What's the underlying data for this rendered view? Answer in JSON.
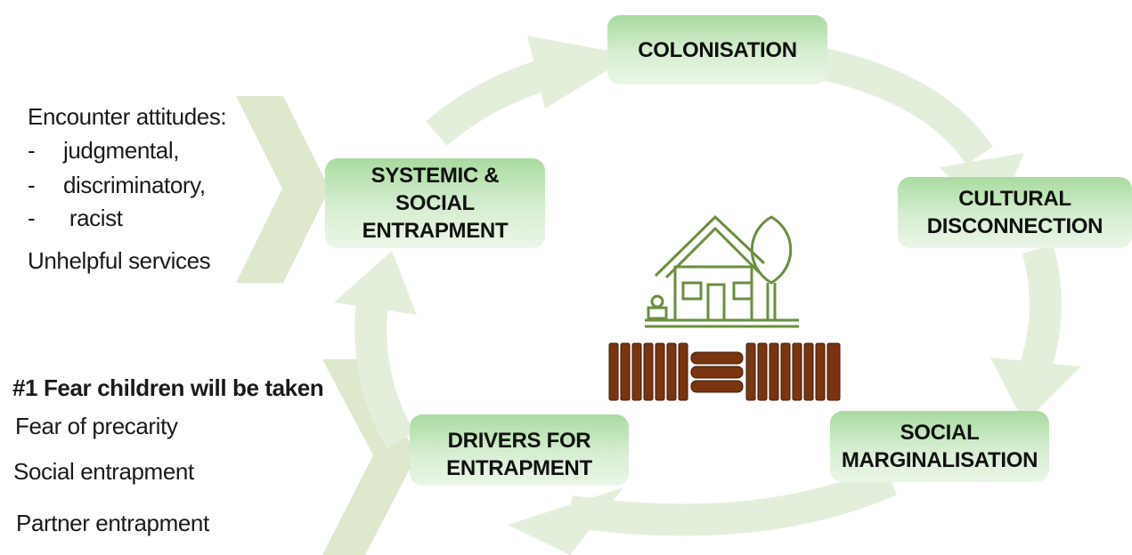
{
  "colors": {
    "arrow_ring": "#e4efdb",
    "chevron": "#dde8cc",
    "box_top": "#a8dba0",
    "box_bottom": "#eaf6e7",
    "icon_line": "#6a8f3e",
    "fence": "#7a3510"
  },
  "icons": {
    "center": "house-with-tree-and-fence-icon"
  },
  "cycle": {
    "colonisation": "COLONISATION",
    "cultural_disconnection": "CULTURAL\nDISCONNECTION",
    "social_marginalisation": "SOCIAL\nMARGINALISATION",
    "drivers_for_entrapment": "DRIVERS FOR\nENTRAPMENT",
    "systemic_social_entrapment": "SYSTEMIC &\nSOCIAL\nENTRAPMENT"
  },
  "left_top": {
    "heading": "Encounter attitudes:",
    "bullets": [
      {
        "dash": "-",
        "text": "judgmental,"
      },
      {
        "dash": "-",
        "text": "discriminatory,"
      },
      {
        "dash": "-",
        "text": " racist"
      }
    ],
    "footer": "Unhelpful services"
  },
  "left_bottom": {
    "heading": "#1 Fear children will be taken",
    "items": [
      "Fear of precarity",
      "Social entrapment",
      "Partner entrapment"
    ]
  }
}
